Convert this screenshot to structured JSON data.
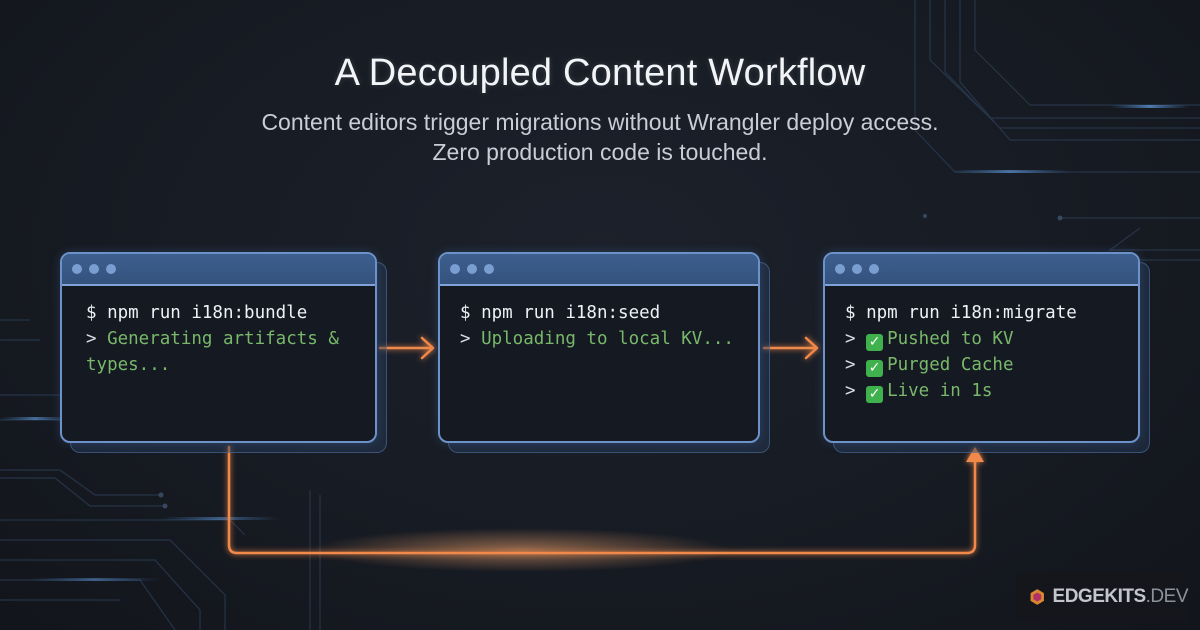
{
  "header": {
    "title": "A Decoupled Content Workflow",
    "subtitle_line1": "Content editors trigger migrations without Wrangler deploy access.",
    "subtitle_line2": "Zero production code is touched."
  },
  "terminals": [
    {
      "command": "$ npm run i18n:bundle",
      "output": [
        {
          "prompt": "> ",
          "text": "Generating artifacts &"
        },
        {
          "prompt": "",
          "text": "types..."
        }
      ]
    },
    {
      "command": "$ npm run i18n:seed",
      "output": [
        {
          "prompt": "> ",
          "text": "Uploading to local KV..."
        }
      ]
    },
    {
      "command": "$ npm run i18n:migrate",
      "output": [
        {
          "prompt": "> ",
          "icon": "check-mark-icon",
          "text": "Pushed to KV"
        },
        {
          "prompt": "> ",
          "icon": "check-mark-icon",
          "text": "Purged Cache"
        },
        {
          "prompt": "> ",
          "icon": "check-mark-icon",
          "text": "Live in 1s"
        }
      ]
    }
  ],
  "flow": {
    "arrows": [
      "bundle-to-seed",
      "seed-to-migrate",
      "bundle-to-migrate-bypass"
    ],
    "accent_color": "#f0894a",
    "window_border_color": "#6c92c9",
    "output_text_color": "#79b86a"
  },
  "brand": {
    "name_bold": "EDGEKITS",
    "name_light": ".DEV",
    "logo_icon": "hexagon-logo-icon"
  }
}
